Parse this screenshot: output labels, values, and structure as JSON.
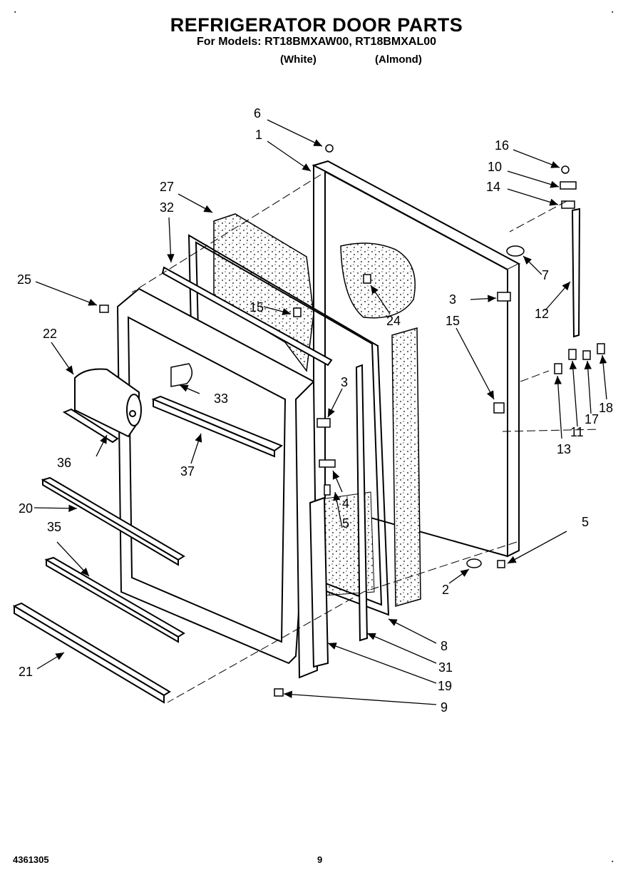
{
  "header": {
    "title": "REFRIGERATOR DOOR PARTS",
    "models": "For Models: RT18BMXAW00, RT18BMXAL00",
    "color_white": "(White)",
    "color_almond": "(Almond)"
  },
  "footer": {
    "doc_number": "4361305",
    "page_number": "9"
  },
  "callouts": {
    "c1": "1",
    "c2": "2",
    "c3a": "3",
    "c3b": "3",
    "c4": "4",
    "c5a": "5",
    "c5b": "5",
    "c6": "6",
    "c7": "7",
    "c8": "8",
    "c9": "9",
    "c10": "10",
    "c11": "11",
    "c12": "12",
    "c13": "13",
    "c14": "14",
    "c15a": "15",
    "c15b": "15",
    "c16": "16",
    "c17": "17",
    "c18": "18",
    "c19": "19",
    "c20": "20",
    "c21": "21",
    "c22": "22",
    "c24": "24",
    "c25": "25",
    "c27": "27",
    "c31": "31",
    "c32": "32",
    "c33": "33",
    "c35": "35",
    "c36": "36",
    "c37": "37"
  }
}
